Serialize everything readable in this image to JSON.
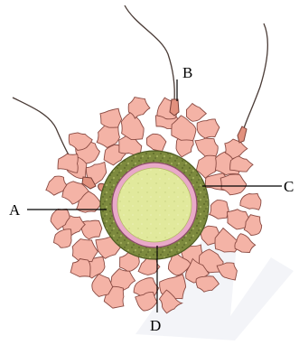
{
  "labels": {
    "a": "A",
    "b": "B",
    "c": "C",
    "d": "D"
  },
  "colors": {
    "background": "#ffffff",
    "follicle_cells": "#f4b3a6",
    "follicle_outline": "#8a4a42",
    "jelly_layer": "#7b8a3c",
    "membrane": "#e7a7c5",
    "cytoplasm": "#dfe89a",
    "sperm_head": "#e2917e",
    "line": "#000000"
  },
  "watermark": "ND"
}
